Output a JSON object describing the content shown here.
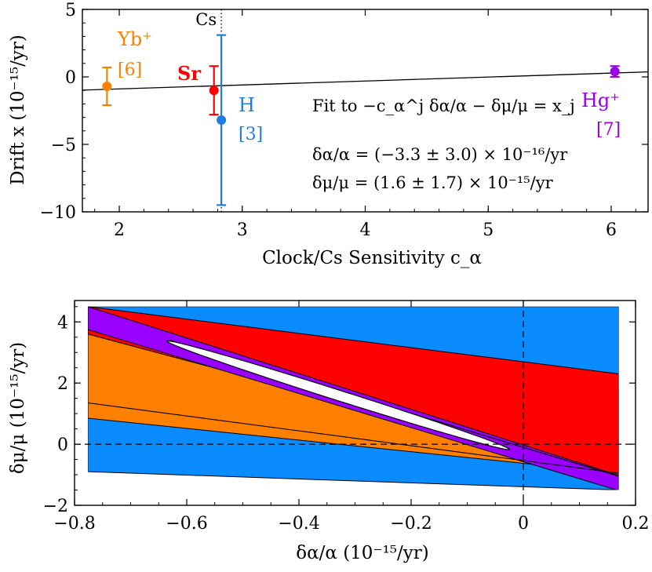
{
  "chart_data": [
    {
      "type": "scatter",
      "xlabel": "Clock/Cs Sensitivity c_α",
      "ylabel": "Drift x (10⁻¹⁵/yr)",
      "xlim": [
        1.7,
        6.3
      ],
      "ylim": [
        -10,
        5
      ],
      "xticks": [
        "2",
        "3",
        "4",
        "5",
        "6"
      ],
      "yticks": [
        "5",
        "0",
        "−5",
        "−10"
      ],
      "grid": false,
      "reference_line": {
        "x": 2.83,
        "label": "Cs",
        "style": "dotted"
      },
      "fit_line": {
        "x": [
          1.7,
          6.3
        ],
        "y": [
          -0.98,
          0.37
        ]
      },
      "points": [
        {
          "label": "Yb⁺",
          "ref": "[6]",
          "x": 1.9,
          "y": -0.7,
          "err": 1.4,
          "color": "#ff8000"
        },
        {
          "label": "Sr",
          "ref": "",
          "x": 2.77,
          "y": -1.0,
          "err": 1.8,
          "color": "#ff0000"
        },
        {
          "label": "H",
          "ref": "[3]",
          "x": 2.83,
          "y": -3.2,
          "err": 6.3,
          "color": "#1f7ce0"
        },
        {
          "label": "Hg⁺",
          "ref": "[7]",
          "x": 6.03,
          "y": 0.4,
          "err": 0.4,
          "color": "#9a00e6"
        }
      ],
      "annotations": {
        "fit": "Fit to −c_α^j δα/α − δμ/μ = x_j",
        "alpha_result": "δα/α = (−3.3 ± 3.0) × 10⁻¹⁶/yr",
        "mu_result": "δμ/μ = (1.6 ± 1.7) × 10⁻¹⁵/yr"
      }
    },
    {
      "type": "area",
      "xlabel": "δα/α (10⁻¹⁵/yr)",
      "ylabel": "δμ/μ (10⁻¹⁵/yr)",
      "xlim": [
        -0.8,
        0.2
      ],
      "ylim": [
        -2,
        4.7
      ],
      "xticks": [
        "−0.8",
        "−0.6",
        "−0.4",
        "−0.2",
        "0",
        "0.2"
      ],
      "yticks": [
        "4",
        "2",
        "0",
        "−2"
      ],
      "grid": false,
      "dashed_lines": {
        "x": 0,
        "y": 0
      },
      "domain": {
        "x": [
          -0.776,
          0.17
        ],
        "y": [
          -1.5,
          4.5
        ]
      },
      "bands": [
        {
          "name": "H",
          "color": "#0a8cff",
          "lower": [
            [
              -0.776,
              -0.9
            ],
            [
              0.17,
              -1.5
            ]
          ],
          "upper": [
            [
              -0.776,
              4.5
            ],
            [
              0.17,
              4.5
            ]
          ]
        },
        {
          "name": "Yb⁺",
          "color": "#ff8000",
          "lower": [
            [
              -0.776,
              0.85
            ],
            [
              0.17,
              -0.95
            ]
          ],
          "upper": [
            [
              -0.776,
              4.2
            ],
            [
              0.17,
              1.85
            ]
          ]
        },
        {
          "name": "Sr",
          "color": "#ff0000",
          "lower": [
            [
              -0.776,
              3.6
            ],
            [
              0.17,
              -1.05
            ]
          ],
          "upper": [
            [
              -0.776,
              4.5
            ],
            [
              0.17,
              2.3
            ]
          ]
        },
        {
          "name": "Hg⁺",
          "color": "#9a00ff",
          "lower": [
            [
              -0.776,
              3.75
            ],
            [
              0.17,
              -1.52
            ]
          ],
          "upper": [
            [
              -0.776,
              4.5
            ],
            [
              0.17,
              -1.02
            ]
          ]
        }
      ],
      "black_lines": [
        [
          [
            -0.776,
            1.35
          ],
          [
            0.17,
            -0.95
          ]
        ],
        [
          [
            -0.63,
            3.4
          ],
          [
            0.17,
            -1.05
          ]
        ]
      ],
      "ellipse": {
        "center": [
          -0.33,
          1.6
        ],
        "rx": 0.305,
        "ry_diff": 0.18,
        "slope": -5.8
      }
    }
  ]
}
